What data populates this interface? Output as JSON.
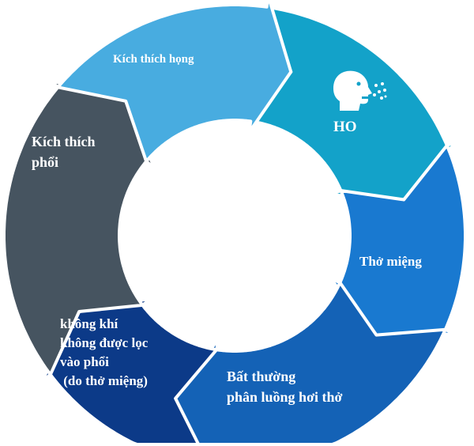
{
  "diagram": {
    "type": "cycle",
    "steps": [
      {
        "label": "Kích thích họng",
        "color": "#48ace0"
      },
      {
        "label": "HO",
        "color": "#13a2c9",
        "icon": "coughing-head-icon"
      },
      {
        "label": "Thở miệng",
        "color": "#1979d0"
      },
      {
        "label": "Bất thường\nphân luồng hơi thở",
        "color": "#1462b6"
      },
      {
        "label": "không khí\nkhông được lọc\nvào phổi\n (do thở miệng)",
        "color": "#0c3a88"
      },
      {
        "label": "Kích thích\nphổi",
        "color": "#465460"
      }
    ]
  }
}
